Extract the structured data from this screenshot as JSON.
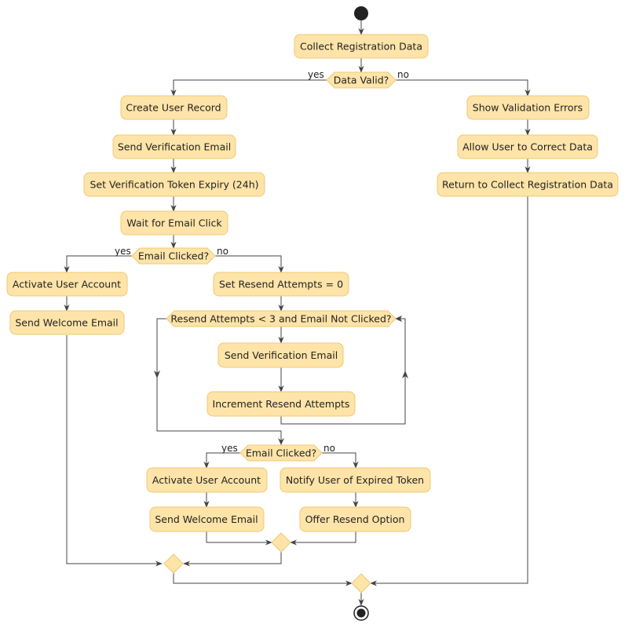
{
  "activities": {
    "collect": "Collect Registration Data",
    "create_user": "Create User Record",
    "send_verif_1": "Send Verification Email",
    "set_expiry": "Set Verification Token Expiry (24h)",
    "wait_click": "Wait for Email Click",
    "activate_1": "Activate User Account",
    "welcome_1": "Send Welcome Email",
    "set_resend": "Set Resend Attempts = 0",
    "send_verif_2": "Send Verification Email",
    "increment": "Increment Resend Attempts",
    "activate_2": "Activate User Account",
    "welcome_2": "Send Welcome Email",
    "notify_expired": "Notify User of Expired Token",
    "offer_resend": "Offer Resend Option",
    "show_errors": "Show Validation Errors",
    "allow_correct": "Allow User to Correct Data",
    "return_collect": "Return to Collect Registration Data"
  },
  "decisions": {
    "data_valid": "Data Valid?",
    "email_clicked_1": "Email Clicked?",
    "resend_loop": "Resend Attempts < 3 and Email Not Clicked?",
    "email_clicked_2": "Email Clicked?"
  },
  "guards": {
    "data_valid_yes": "yes",
    "data_valid_no": "no",
    "email1_yes": "yes",
    "email1_no": "no",
    "email2_yes": "yes",
    "email2_no": "no"
  }
}
